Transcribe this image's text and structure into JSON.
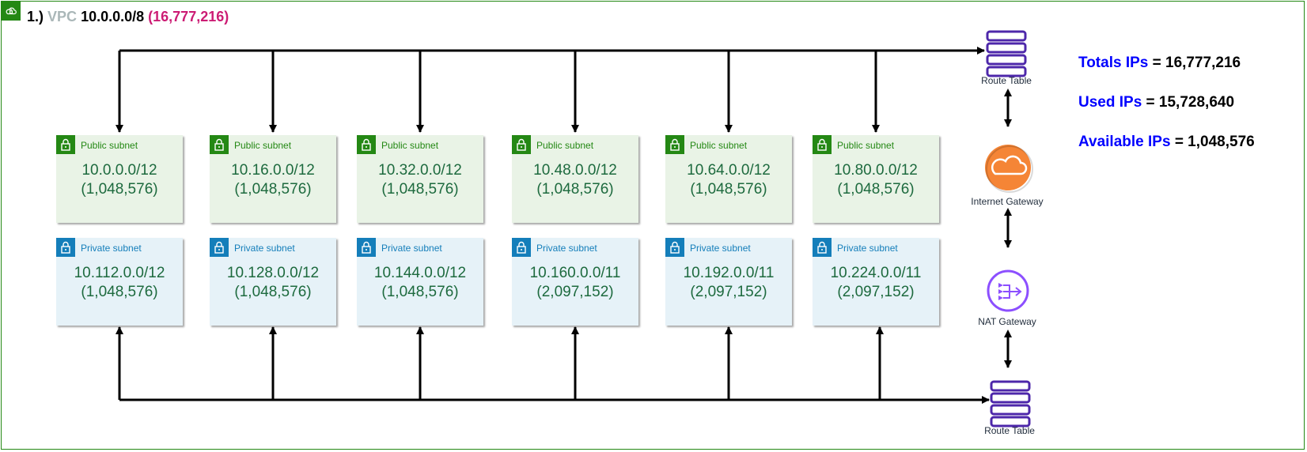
{
  "vpc": {
    "number": "1.)",
    "label": "VPC",
    "cidr": "10.0.0.0/8",
    "ip_count": "(16,777,216)",
    "border_color": "#248814"
  },
  "public_subnets": [
    {
      "label": "Public subnet",
      "cidr": "10.0.0.0/12",
      "ips": "(1,048,576)"
    },
    {
      "label": "Public subnet",
      "cidr": "10.16.0.0/12",
      "ips": "(1,048,576)"
    },
    {
      "label": "Public subnet",
      "cidr": "10.32.0.0/12",
      "ips": "(1,048,576)"
    },
    {
      "label": "Public subnet",
      "cidr": "10.48.0.0/12",
      "ips": "(1,048,576)"
    },
    {
      "label": "Public subnet",
      "cidr": "10.64.0.0/12",
      "ips": "(1,048,576)"
    },
    {
      "label": "Public subnet",
      "cidr": "10.80.0.0/12",
      "ips": "(1,048,576)"
    }
  ],
  "private_subnets": [
    {
      "label": "Private subnet",
      "cidr": "10.112.0.0/12",
      "ips": "(1,048,576)"
    },
    {
      "label": "Private subnet",
      "cidr": "10.128.0.0/12",
      "ips": "(1,048,576)"
    },
    {
      "label": "Private subnet",
      "cidr": "10.144.0.0/12",
      "ips": "(1,048,576)"
    },
    {
      "label": "Private subnet",
      "cidr": "10.160.0.0/11",
      "ips": "(2,097,152)"
    },
    {
      "label": "Private subnet",
      "cidr": "10.192.0.0/11",
      "ips": "(2,097,152)"
    },
    {
      "label": "Private subnet",
      "cidr": "10.224.0.0/11",
      "ips": "(2,097,152)"
    }
  ],
  "resources": {
    "route_table_public": {
      "label": "Route Table",
      "icon": "route-table-icon"
    },
    "internet_gateway": {
      "label": "Internet Gateway",
      "icon": "internet-gateway-icon"
    },
    "nat_gateway": {
      "label": "NAT Gateway",
      "icon": "nat-gateway-icon"
    },
    "route_table_private": {
      "label": "Route Table",
      "icon": "route-table-icon"
    }
  },
  "stats": {
    "total": {
      "label": "Totals IPs",
      "value": "= 16,777,216"
    },
    "used": {
      "label": "Used IPs",
      "value": "= 15,728,640"
    },
    "available": {
      "label": "Available IPs",
      "value": "= 1,048,576"
    }
  },
  "colors": {
    "public_fill": "#e9f3e6",
    "public_accent": "#248814",
    "private_fill": "#e6f2f8",
    "private_accent": "#147eba",
    "route_table": "#4d27aa",
    "internet_gateway": "#f58536",
    "nat_gateway": "#8c4fff",
    "ip_count": "#cc1c74",
    "stat_label": "#0000ff"
  }
}
